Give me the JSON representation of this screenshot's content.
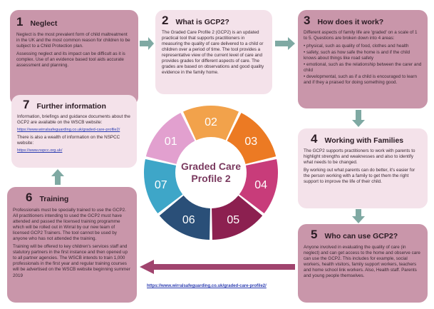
{
  "boxes": {
    "b1": {
      "num": "1",
      "title": "Neglect",
      "paras": [
        "Neglect is the most prevalent form of child maltreatment in the UK and the most common reason for children to be  subject to a Child Protection plan.",
        "Assessing neglect and its impact can be difficult as it is complex. Use of an evidence based tool aids accurate assessment and planning."
      ]
    },
    "b2": {
      "num": "2",
      "title": "What is GCP2?",
      "paras": [
        "The Graded Care Profile 2 (GCP2) is an updated practical tool that supports practitioners in measuring the quality of care delivered to a child or children over a period of time. The tool provides a representative view of the current level of care and provides grades for different aspects of care. The grades are based on observations and good quality evidence in the family home."
      ]
    },
    "b3": {
      "num": "3",
      "title": "How does it work?",
      "paras": [
        "Different aspects of family life are 'graded' on a scale of 1 to 5. Questions are broken down into 4 areas:",
        "• physical, such as quality of food, clothes and health",
        "• safety, such as how safe the home is and if the child knows about things like road safety",
        "• emotional, such as the relationship between the carer and child",
        "• developmental, such as if a child is encouraged to learn and if they a praised for doing something good."
      ]
    },
    "b4": {
      "num": "4",
      "title": "Working with Families",
      "paras": [
        "The GCP2 supports practitioners to work with parents to highlight strengths and weaknesses and also to identify what needs to be changed.",
        "By working out what parents can do better, it's easier for the person working with a family to get them the right support to improve the life of their child."
      ]
    },
    "b5": {
      "num": "5",
      "title": "Who can use GCP2?",
      "paras": [
        "Anyone involved in evaluating the quality of care (in neglect) and can get access to the home and observe care can use the GCP2. This includes for example, social workers, health visitors,  family support workers, teachers and home school link workers. Also, Health staff. Parents and young people themselves."
      ]
    },
    "b6": {
      "num": "6",
      "title": "Training",
      "paras": [
        "Professionals must be specially trained to use the GCP2. All practitioners intending to used the GCP2 must have attended and passed the licensed training programme which will be rolled out in Wirral by our new team of licensed GCP2 Trainers. The tool cannot be used by anyone who has not attended the training.",
        "Training will be offered to key children's services staff and statutory partners in the first instance and then opened up to all partner agencies. The WSCB intends to train 1,000 professionals in the first year and regular training courses will be advertised on the WSCB website beginning summer 2019"
      ]
    },
    "b7": {
      "num": "7",
      "title": "Further information",
      "p1": "Information, briefings and guidance documents about the GCP2 are available on the WSCB website:",
      "link1": "https://www.wirralsafeguarding.co.uk/graded-care-profile2/",
      "p2": "There is also a wealth of information on the NSPCC website:",
      "link2": "https://www.nspcc.org.uk/"
    }
  },
  "wheel": {
    "center_line1": "Graded Care",
    "center_line2": "Profile 2",
    "segments": [
      {
        "label": "01",
        "color": "#e2a0cf"
      },
      {
        "label": "02",
        "color": "#f2a24b"
      },
      {
        "label": "03",
        "color": "#ec7a23"
      },
      {
        "label": "04",
        "color": "#c83c7a"
      },
      {
        "label": "05",
        "color": "#8c2050"
      },
      {
        "label": "06",
        "color": "#2a4f78"
      },
      {
        "label": "07",
        "color": "#3ea6c8"
      }
    ]
  },
  "bottom_link": "https://www.wirralsafeguarding.co.uk/graded-care-profile2/",
  "colors": {
    "box_pink": "#c996aa",
    "box_light": "#f4e2ea",
    "arrow_teal": "#7fa9a3",
    "arrow_plum": "#a0446e"
  }
}
